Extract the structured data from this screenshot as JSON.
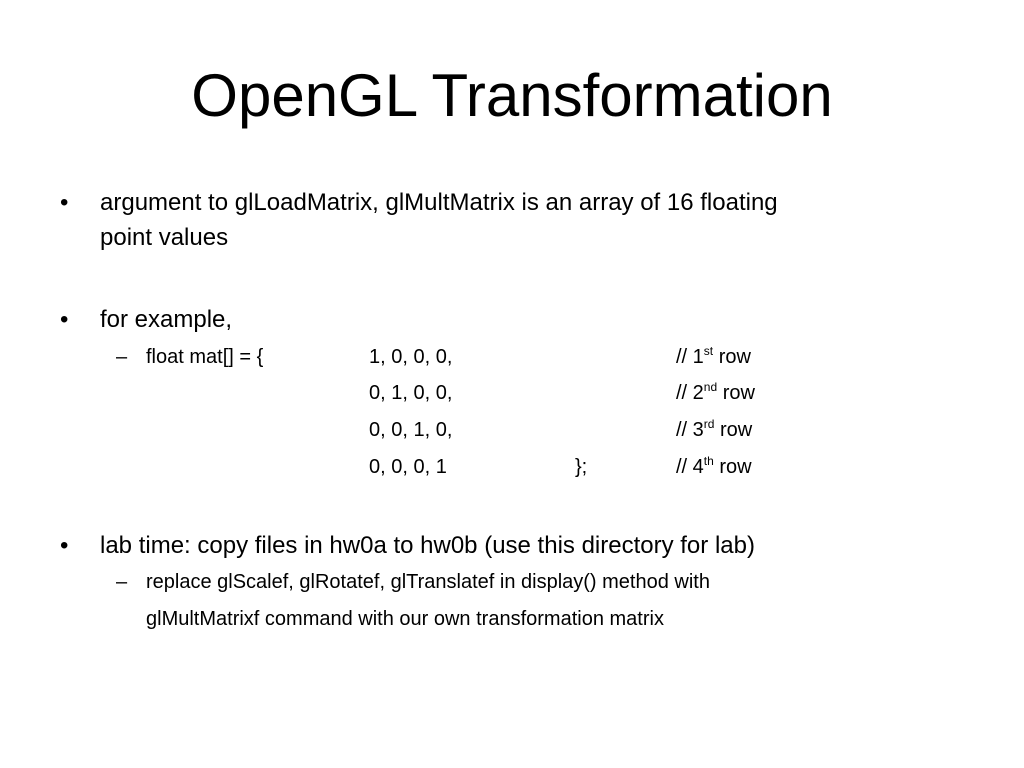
{
  "slide": {
    "title": "OpenGL Transformation",
    "bullet1": {
      "line1": "argument to glLoadMatrix, glMultMatrix is an array of 16 floating",
      "line2": "point values"
    },
    "bullet2": {
      "text": "for example,",
      "code": {
        "decl": "float mat[] = {",
        "rows": [
          {
            "values": "1, 0, 0, 0,",
            "comment": "// 1",
            "sup": "st",
            "suffix": " row"
          },
          {
            "values": "0, 1, 0, 0,",
            "comment": "// 2",
            "sup": "nd",
            "suffix": " row"
          },
          {
            "values": "0, 0, 1, 0,",
            "comment": "// 3",
            "sup": "rd",
            "suffix": " row"
          },
          {
            "values": "0, 0, 0, 1",
            "close": "};",
            "comment": "// 4",
            "sup": "th",
            "suffix": " row"
          }
        ]
      }
    },
    "bullet3": {
      "text": "lab time: copy files in hw0a to hw0b (use this directory for lab)",
      "sub": {
        "line1": "replace glScalef, glRotatef, glTranslatef in display() method with",
        "line2": "glMultMatrixf command with our own transformation matrix"
      }
    },
    "bullet_char": "•",
    "dash_char": "–"
  }
}
